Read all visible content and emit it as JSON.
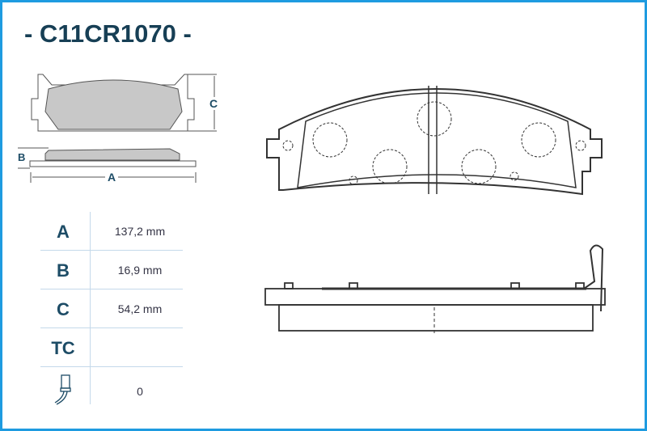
{
  "title": "- C11CR1070 -",
  "dimension_labels": {
    "a": "A",
    "b": "B",
    "c": "C"
  },
  "specs": [
    {
      "label": "A",
      "value": "137,2 mm"
    },
    {
      "label": "B",
      "value": "16,9 mm"
    },
    {
      "label": "C",
      "value": "54,2 mm"
    },
    {
      "label": "TC",
      "value": ""
    },
    {
      "label": "",
      "icon": "wear-sensor-icon",
      "value": "0"
    }
  ],
  "colors": {
    "border": "#1e9be0",
    "text": "#173f55",
    "friction": "#c8c8c8",
    "lines": "#c4d9ea"
  }
}
